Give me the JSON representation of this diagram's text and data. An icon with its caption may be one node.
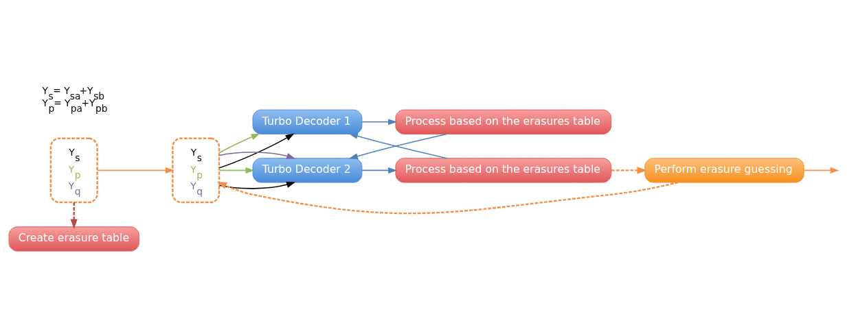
{
  "diagram": {
    "nodes": [
      {
        "text": [
          "Y$_{s}$",
          "Y$_{p}$",
          "Y$_{q}$"
        ]
      },
      {
        "text": [
          "Y$_{s}$",
          "Y$_{p}$",
          "Y$_{q}$"
        ]
      },
      {
        "text": [
          "Create erasure table"
        ]
      },
      {
        "text": [
          "Turbo Decoder 1"
        ]
      },
      {
        "text": [
          "Process based on the erasures table"
        ]
      },
      {
        "text": [
          "Turbo Decoder 2"
        ]
      },
      {
        "text": [
          "Process based on the erasures table"
        ]
      },
      {
        "text": [
          "Perform erasure guessing"
        ]
      }
    ],
    "edges": [
      {
        "from": 0,
        "to": 1,
        "arrow": "to",
        "color": "#f0914a"
      },
      {
        "from": 0,
        "to": 2,
        "arrow": "to",
        "style": "dashed",
        "color": "#b94a48"
      },
      {
        "from": 1,
        "to": 3,
        "arrow": "to",
        "color": "#000000"
      },
      {
        "from": 1,
        "to": 3,
        "arrow": "to",
        "color": "#8fbc5a"
      },
      {
        "from": 1,
        "to": 5,
        "arrow": "to",
        "color": "#000000"
      },
      {
        "from": 1,
        "to": 5,
        "arrow": "to",
        "color": "#8fbc5a"
      },
      {
        "from": 1,
        "to": 5,
        "arrow": "to",
        "color": "#8064a2"
      },
      {
        "from": 3,
        "to": 4,
        "arrow": "to",
        "color": "#4f81bd"
      },
      {
        "from": 4,
        "to": 5,
        "arrow": "to",
        "color": "#4f81bd"
      },
      {
        "from": 5,
        "to": 6,
        "arrow": "to",
        "color": "#4f81bd"
      },
      {
        "from": 6,
        "to": 3,
        "arrow": "to",
        "color": "#4f81bd"
      },
      {
        "from": 6,
        "to": 7,
        "arrow": "to",
        "style": "dashed",
        "color": "#f0914a"
      },
      {
        "from": 7,
        "to": 1,
        "arrow": "to",
        "style": "dashed",
        "color": "#f0914a"
      },
      {
        "from": 7,
        "to": null,
        "arrow": "to",
        "color": "#f0914a"
      }
    ],
    "labels": [
      "Y$_{s}$= Y$_{sa}$+Y$_{sb}$",
      "Y$_{p}$= Y$_{pa}$+Y$_{pb}$"
    ]
  }
}
